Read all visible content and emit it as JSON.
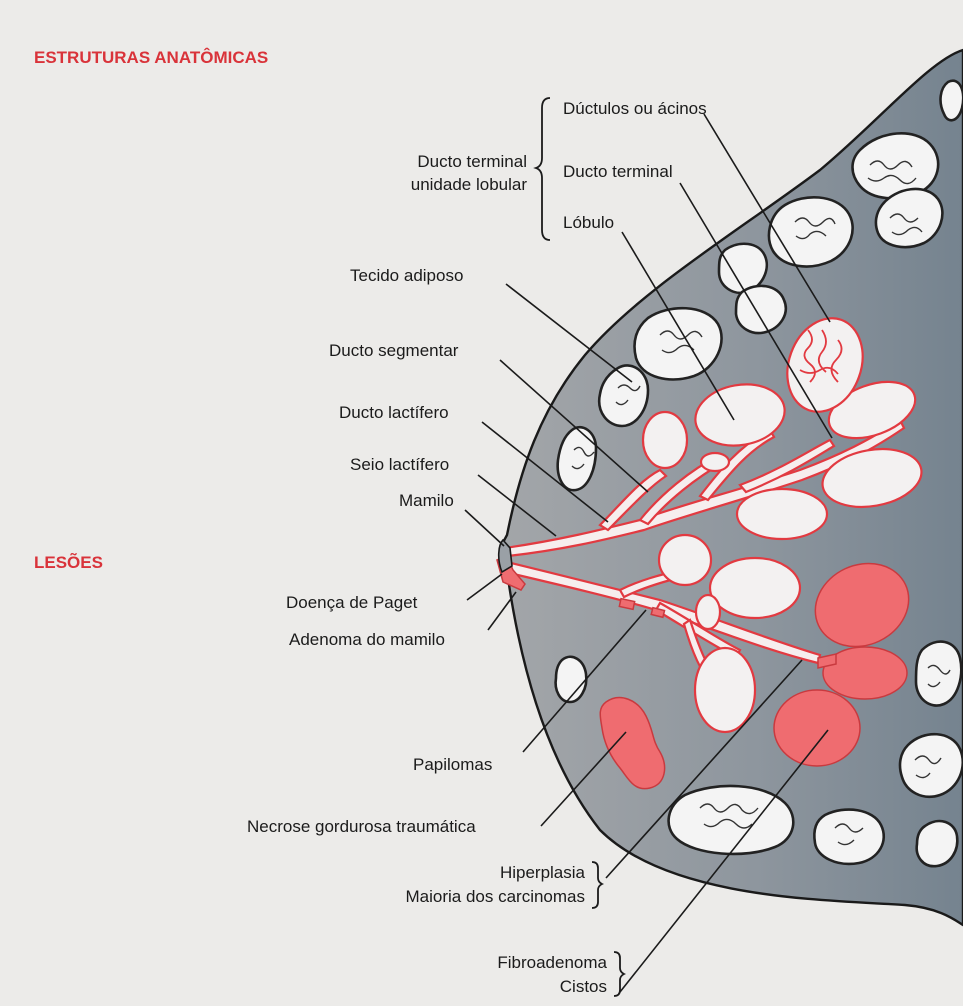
{
  "sections": {
    "anatomy": "ESTRUTURAS ANATÔMICAS",
    "lesions": "LESÕES"
  },
  "anatomy_labels": {
    "ductulos": "Dúctulos ou ácinos",
    "ducto_terminal_unidade_line1": "Ducto terminal",
    "ducto_terminal_unidade_line2": "unidade lobular",
    "ducto_terminal": "Ducto terminal",
    "lobulo": "Lóbulo",
    "tecido_adiposo": "Tecido adiposo",
    "ducto_segmentar": "Ducto segmentar",
    "ducto_lactifero": "Ducto lactífero",
    "seio_lactifero": "Seio lactífero",
    "mamilo": "Mamilo"
  },
  "lesion_labels": {
    "paget": "Doença de Paget",
    "adenoma": "Adenoma do mamilo",
    "papilomas": "Papilomas",
    "necrose": "Necrose gordurosa traumática",
    "hiperplasia": "Hiperplasia",
    "carcinomas": "Maioria dos carcinomas",
    "fibroadenoma": "Fibroadenoma",
    "cistos": "Cistos"
  }
}
